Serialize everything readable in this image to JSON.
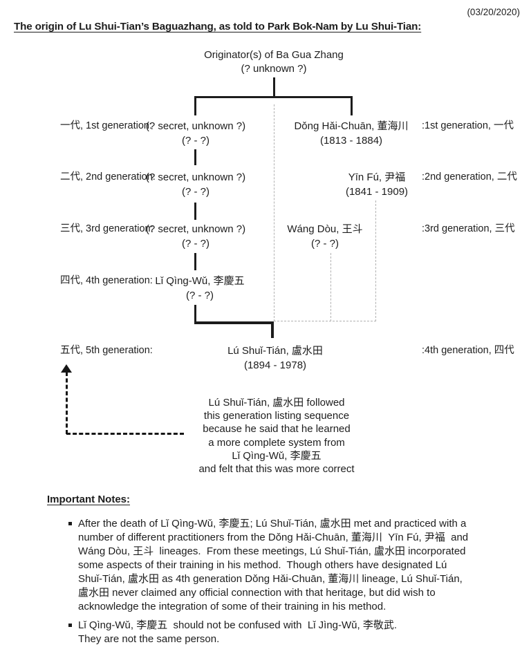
{
  "header": {
    "date": "(03/20/2020)",
    "title": "The origin of Lu Shui-Tian’s Baguazhang, as told to Park Bok-Nam by Lu Shui-Tian:"
  },
  "tree": {
    "root": {
      "name": "Originator(s) of Ba Gua Zhang",
      "dates": "(? unknown ?)"
    },
    "left_labels": [
      "一代, 1st generation:",
      "二代, 2nd generation:",
      "三代, 3rd generation:",
      "四代, 4th generation:",
      "五代, 5th generation:"
    ],
    "right_labels": [
      ":1st generation, 一代",
      ":2nd generation, 二代",
      ":3rd generation, 三代",
      ":4th generation, 四代"
    ],
    "nodes": {
      "secret1": {
        "name": "(? secret, unknown ?)",
        "dates": "(? - ?)"
      },
      "secret2": {
        "name": "(? secret, unknown ?)",
        "dates": "(? - ?)"
      },
      "secret3": {
        "name": "(? secret, unknown ?)",
        "dates": "(? - ?)"
      },
      "li_qing_wu": {
        "name": "Lǐ Qìng-Wǔ, 李慶五",
        "dates": "(? - ?)"
      },
      "lu_shui_tian": {
        "name": "Lú Shuǐ-Tián, 盧水田",
        "dates": "(1894 - 1978)"
      },
      "dong_hai_chuan": {
        "name": "Dǒng Hǎi-Chuān, 董海川",
        "dates": "(1813 - 1884)"
      },
      "yin_fu": {
        "name": "Yīn Fú, 尹福",
        "dates": "(1841 - 1909)"
      },
      "wang_dou": {
        "name": "Wáng Dòu, 王斗",
        "dates": "(? - ?)"
      }
    },
    "annotation": "Lú Shuǐ-Tián, 盧水田 followed\nthis generation listing sequence\nbecause he said that he learned\na more complete system from\nLǐ Qìng-Wǔ, 李慶五\nand felt that this was more correct"
  },
  "notes": {
    "heading": "Important Notes:",
    "bullets": [
      "After the death of Lǐ Qìng-Wǔ, 李慶五; Lú Shuǐ-Tián, 盧水田 met and practiced with a\nnumber of different practitioners from the Dǒng Hǎi-Chuān, 董海川  Yīn Fú, 尹福  and\nWáng Dòu, 王斗  lineages.  From these meetings, Lú Shuǐ-Tián, 盧水田 incorporated\nsome aspects of their training in his method.  Though others have designated Lú\nShuǐ-Tián, 盧水田 as 4th generation Dǒng Hǎi-Chuān, 董海川 lineage, Lú Shuǐ-Tián,\n盧水田 never claimed any official connection with that heritage, but did wish to\nacknowledge the integration of some of their training in his method.",
      "Lǐ Qìng-Wǔ, 李慶五  should not be confused with  Lǐ Jìng-Wǔ, 李敬武.\nThey are not the same person."
    ]
  }
}
